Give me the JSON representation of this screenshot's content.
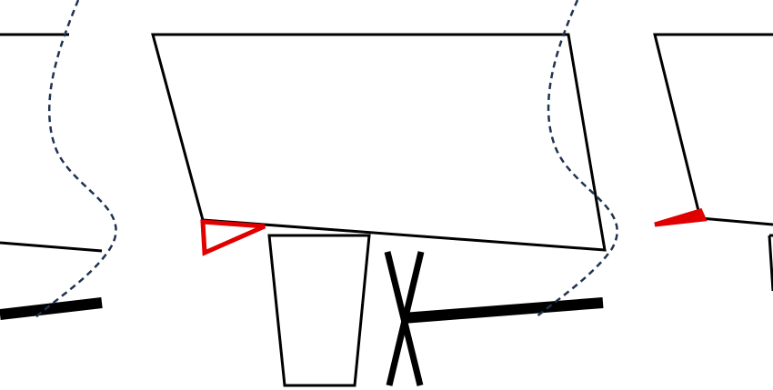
{
  "diagram": {
    "description_shapes": [
      "left-partial-block",
      "center-block",
      "right-partial-block",
      "wedge-markers",
      "trapezoid-support",
      "cross-mark",
      "thick-bars",
      "dashed-curves"
    ]
  },
  "colors": {
    "stroke": "#000000",
    "wedge": "#e00000",
    "dashed_curve": "#1f3350",
    "background": "#ffffff"
  }
}
